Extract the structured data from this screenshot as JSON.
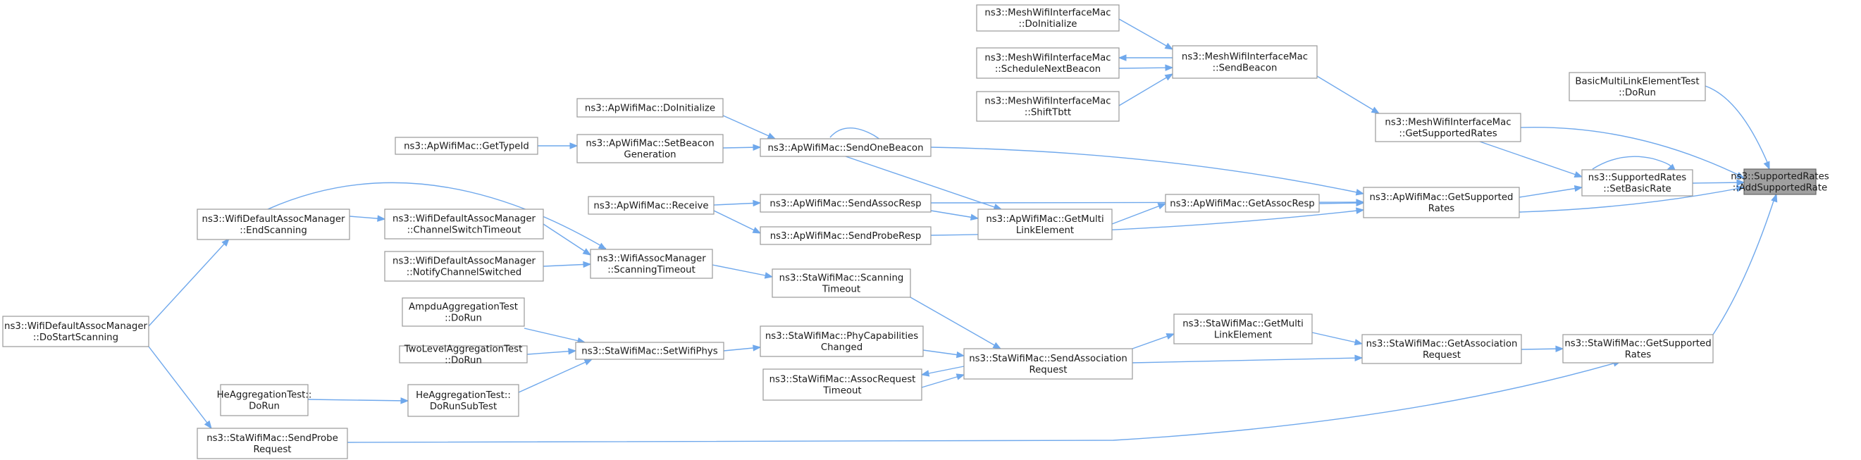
{
  "graph": {
    "root": "n_add",
    "nodes": [
      {
        "id": "n_add",
        "lines": [
          "ns3::SupportedRates",
          "::AddSupportedRate"
        ]
      },
      {
        "id": "n_basic",
        "lines": [
          "BasicMultiLinkElementTest",
          "::DoRun"
        ]
      },
      {
        "id": "n_setbasic",
        "lines": [
          "ns3::SupportedRates",
          "::SetBasicRate"
        ]
      },
      {
        "id": "n_sta_getsup",
        "lines": [
          "ns3::StaWifiMac::GetSupported",
          "Rates"
        ]
      },
      {
        "id": "n_mesh_getsup",
        "lines": [
          "ns3::MeshWifiInterfaceMac",
          "::GetSupportedRates"
        ]
      },
      {
        "id": "n_ap_getsup",
        "lines": [
          "ns3::ApWifiMac::GetSupported",
          "Rates"
        ]
      },
      {
        "id": "n_mesh_sendbeacon",
        "lines": [
          "ns3::MeshWifiInterfaceMac",
          "::SendBeacon"
        ]
      },
      {
        "id": "n_mesh_doinit",
        "lines": [
          "ns3::MeshWifiInterfaceMac",
          "::DoInitialize"
        ]
      },
      {
        "id": "n_mesh_sched",
        "lines": [
          "ns3::MeshWifiInterfaceMac",
          "::ScheduleNextBeacon"
        ]
      },
      {
        "id": "n_mesh_shift",
        "lines": [
          "ns3::MeshWifiInterfaceMac",
          "::ShiftTbtt"
        ]
      },
      {
        "id": "n_ap_getassocresp",
        "lines": [
          "ns3::ApWifiMac::GetAssocResp"
        ]
      },
      {
        "id": "n_ap_getmulti",
        "lines": [
          "ns3::ApWifiMac::GetMulti",
          "LinkElement"
        ]
      },
      {
        "id": "n_ap_sendone",
        "lines": [
          "ns3::ApWifiMac::SendOneBeacon"
        ]
      },
      {
        "id": "n_ap_sendassoc",
        "lines": [
          "ns3::ApWifiMac::SendAssocResp"
        ]
      },
      {
        "id": "n_ap_sendprobe",
        "lines": [
          "ns3::ApWifiMac::SendProbeResp"
        ]
      },
      {
        "id": "n_ap_receive",
        "lines": [
          "ns3::ApWifiMac::Receive"
        ]
      },
      {
        "id": "n_ap_doinit",
        "lines": [
          "ns3::ApWifiMac::DoInitialize"
        ]
      },
      {
        "id": "n_ap_setbeacon",
        "lines": [
          "ns3::ApWifiMac::SetBeacon",
          "Generation"
        ]
      },
      {
        "id": "n_ap_gettype",
        "lines": [
          "ns3::ApWifiMac::GetTypeId"
        ]
      },
      {
        "id": "n_sta_getassocreq",
        "lines": [
          "ns3::StaWifiMac::GetAssociation",
          "Request"
        ]
      },
      {
        "id": "n_sta_getmulti",
        "lines": [
          "ns3::StaWifiMac::GetMulti",
          "LinkElement"
        ]
      },
      {
        "id": "n_sta_sendassoc",
        "lines": [
          "ns3::StaWifiMac::SendAssociation",
          "Request"
        ]
      },
      {
        "id": "n_sta_scantimeout",
        "lines": [
          "ns3::StaWifiMac::Scanning",
          "Timeout"
        ]
      },
      {
        "id": "n_sta_phycap",
        "lines": [
          "ns3::StaWifiMac::PhyCapabilities",
          "Changed"
        ]
      },
      {
        "id": "n_sta_assoctimeout",
        "lines": [
          "ns3::StaWifiMac::AssocRequest",
          "Timeout"
        ]
      },
      {
        "id": "n_assoc_scantimeout",
        "lines": [
          "ns3::WifiAssocManager",
          "::ScanningTimeout"
        ]
      },
      {
        "id": "n_sta_setphys",
        "lines": [
          "ns3::StaWifiMac::SetWifiPhys"
        ]
      },
      {
        "id": "n_def_chswitch",
        "lines": [
          "ns3::WifiDefaultAssocManager",
          "::ChannelSwitchTimeout"
        ]
      },
      {
        "id": "n_def_notify",
        "lines": [
          "ns3::WifiDefaultAssocManager",
          "::NotifyChannelSwitched"
        ]
      },
      {
        "id": "n_def_endscan",
        "lines": [
          "ns3::WifiDefaultAssocManager",
          "::EndScanning"
        ]
      },
      {
        "id": "n_def_dostart",
        "lines": [
          "ns3::WifiDefaultAssocManager",
          "::DoStartScanning"
        ]
      },
      {
        "id": "n_ampdu",
        "lines": [
          "AmpduAggregationTest",
          "::DoRun"
        ]
      },
      {
        "id": "n_twolevel",
        "lines": [
          "TwoLevelAggregationTest",
          "::DoRun"
        ]
      },
      {
        "id": "n_he_dorunsub",
        "lines": [
          "HeAggregationTest::",
          "DoRunSubTest"
        ]
      },
      {
        "id": "n_he_dorun",
        "lines": [
          "HeAggregationTest::",
          "DoRun"
        ]
      },
      {
        "id": "n_sta_sendprobe",
        "lines": [
          "ns3::StaWifiMac::SendProbe",
          "Request"
        ]
      }
    ]
  }
}
